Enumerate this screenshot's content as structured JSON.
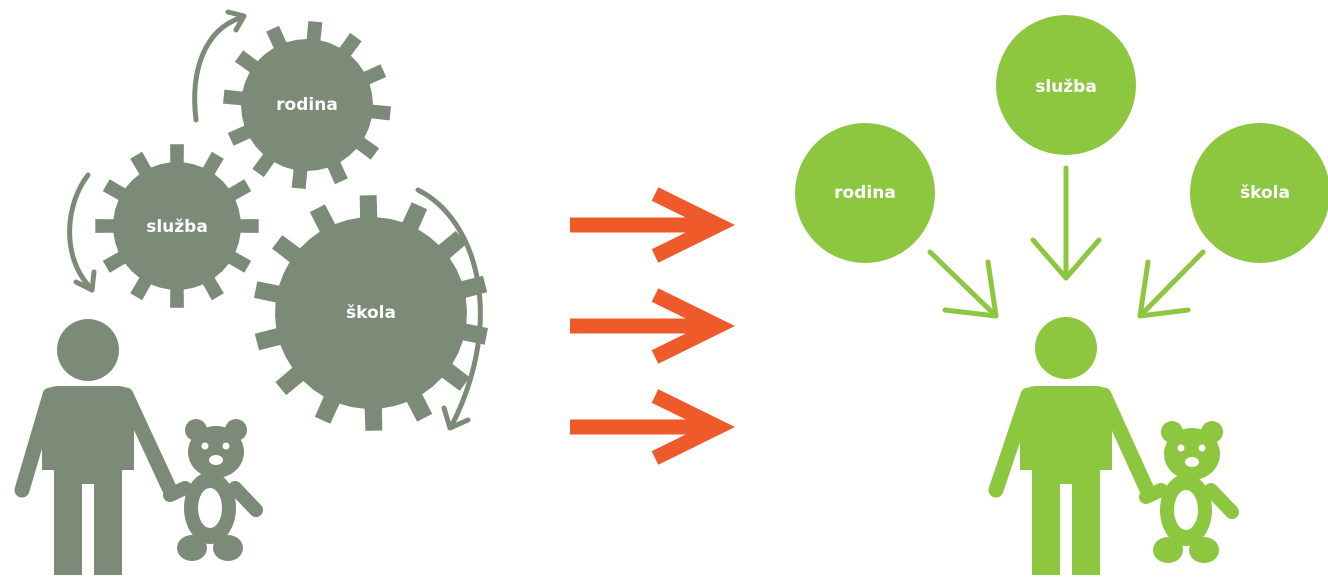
{
  "left": {
    "gears": [
      {
        "label": "rodina"
      },
      {
        "label": "služba"
      },
      {
        "label": "škola"
      }
    ]
  },
  "right": {
    "circles": [
      {
        "label": "rodina"
      },
      {
        "label": "služba"
      },
      {
        "label": "škola"
      }
    ]
  },
  "colors": {
    "gear": "#7b8b78",
    "circle": "#8dc63f",
    "arrow": "#ef5a2b",
    "background": "#ffffff"
  }
}
